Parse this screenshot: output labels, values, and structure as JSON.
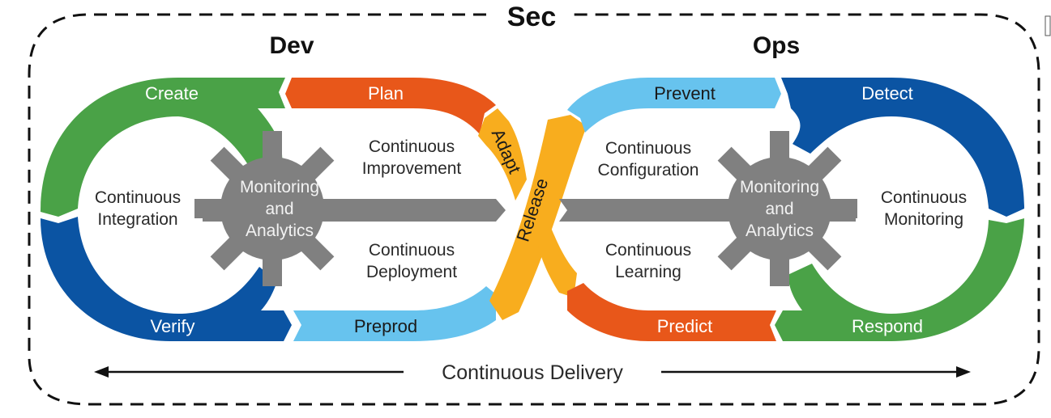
{
  "title": "Sec",
  "sections": {
    "dev": "Dev",
    "ops": "Ops"
  },
  "colors": {
    "green": "#4aa247",
    "blue_dark": "#0b54a3",
    "orange": "#e8571a",
    "light_blue": "#67c3ee",
    "yellow": "#f8ad1e",
    "gray": "#808080"
  },
  "dev_loop": {
    "segments": [
      {
        "label": "Create",
        "color": "green"
      },
      {
        "label": "Plan",
        "color": "orange"
      },
      {
        "label": "Adapt",
        "color": "yellow"
      },
      {
        "label": "Verify",
        "color": "blue_dark"
      },
      {
        "label": "Preprod",
        "color": "light_blue"
      }
    ],
    "gear": [
      "Monitoring",
      "and",
      "Analytics"
    ],
    "practices": {
      "integration": [
        "Continuous",
        "Integration"
      ],
      "improvement": [
        "Continuous",
        "Improvement"
      ],
      "deployment": [
        "Continuous",
        "Deployment"
      ]
    }
  },
  "ops_loop": {
    "segments": [
      {
        "label": "Prevent",
        "color": "light_blue"
      },
      {
        "label": "Detect",
        "color": "blue_dark"
      },
      {
        "label": "Predict",
        "color": "orange"
      },
      {
        "label": "Respond",
        "color": "green"
      }
    ],
    "gear": [
      "Monitoring",
      "and",
      "Analytics"
    ],
    "practices": {
      "configuration": [
        "Continuous",
        "Configuration"
      ],
      "learning": [
        "Continuous",
        "Learning"
      ],
      "monitoring": [
        "Continuous",
        "Monitoring"
      ]
    }
  },
  "crossing": {
    "label": "Release",
    "color": "yellow"
  },
  "footer": {
    "label": "Continuous Delivery"
  }
}
